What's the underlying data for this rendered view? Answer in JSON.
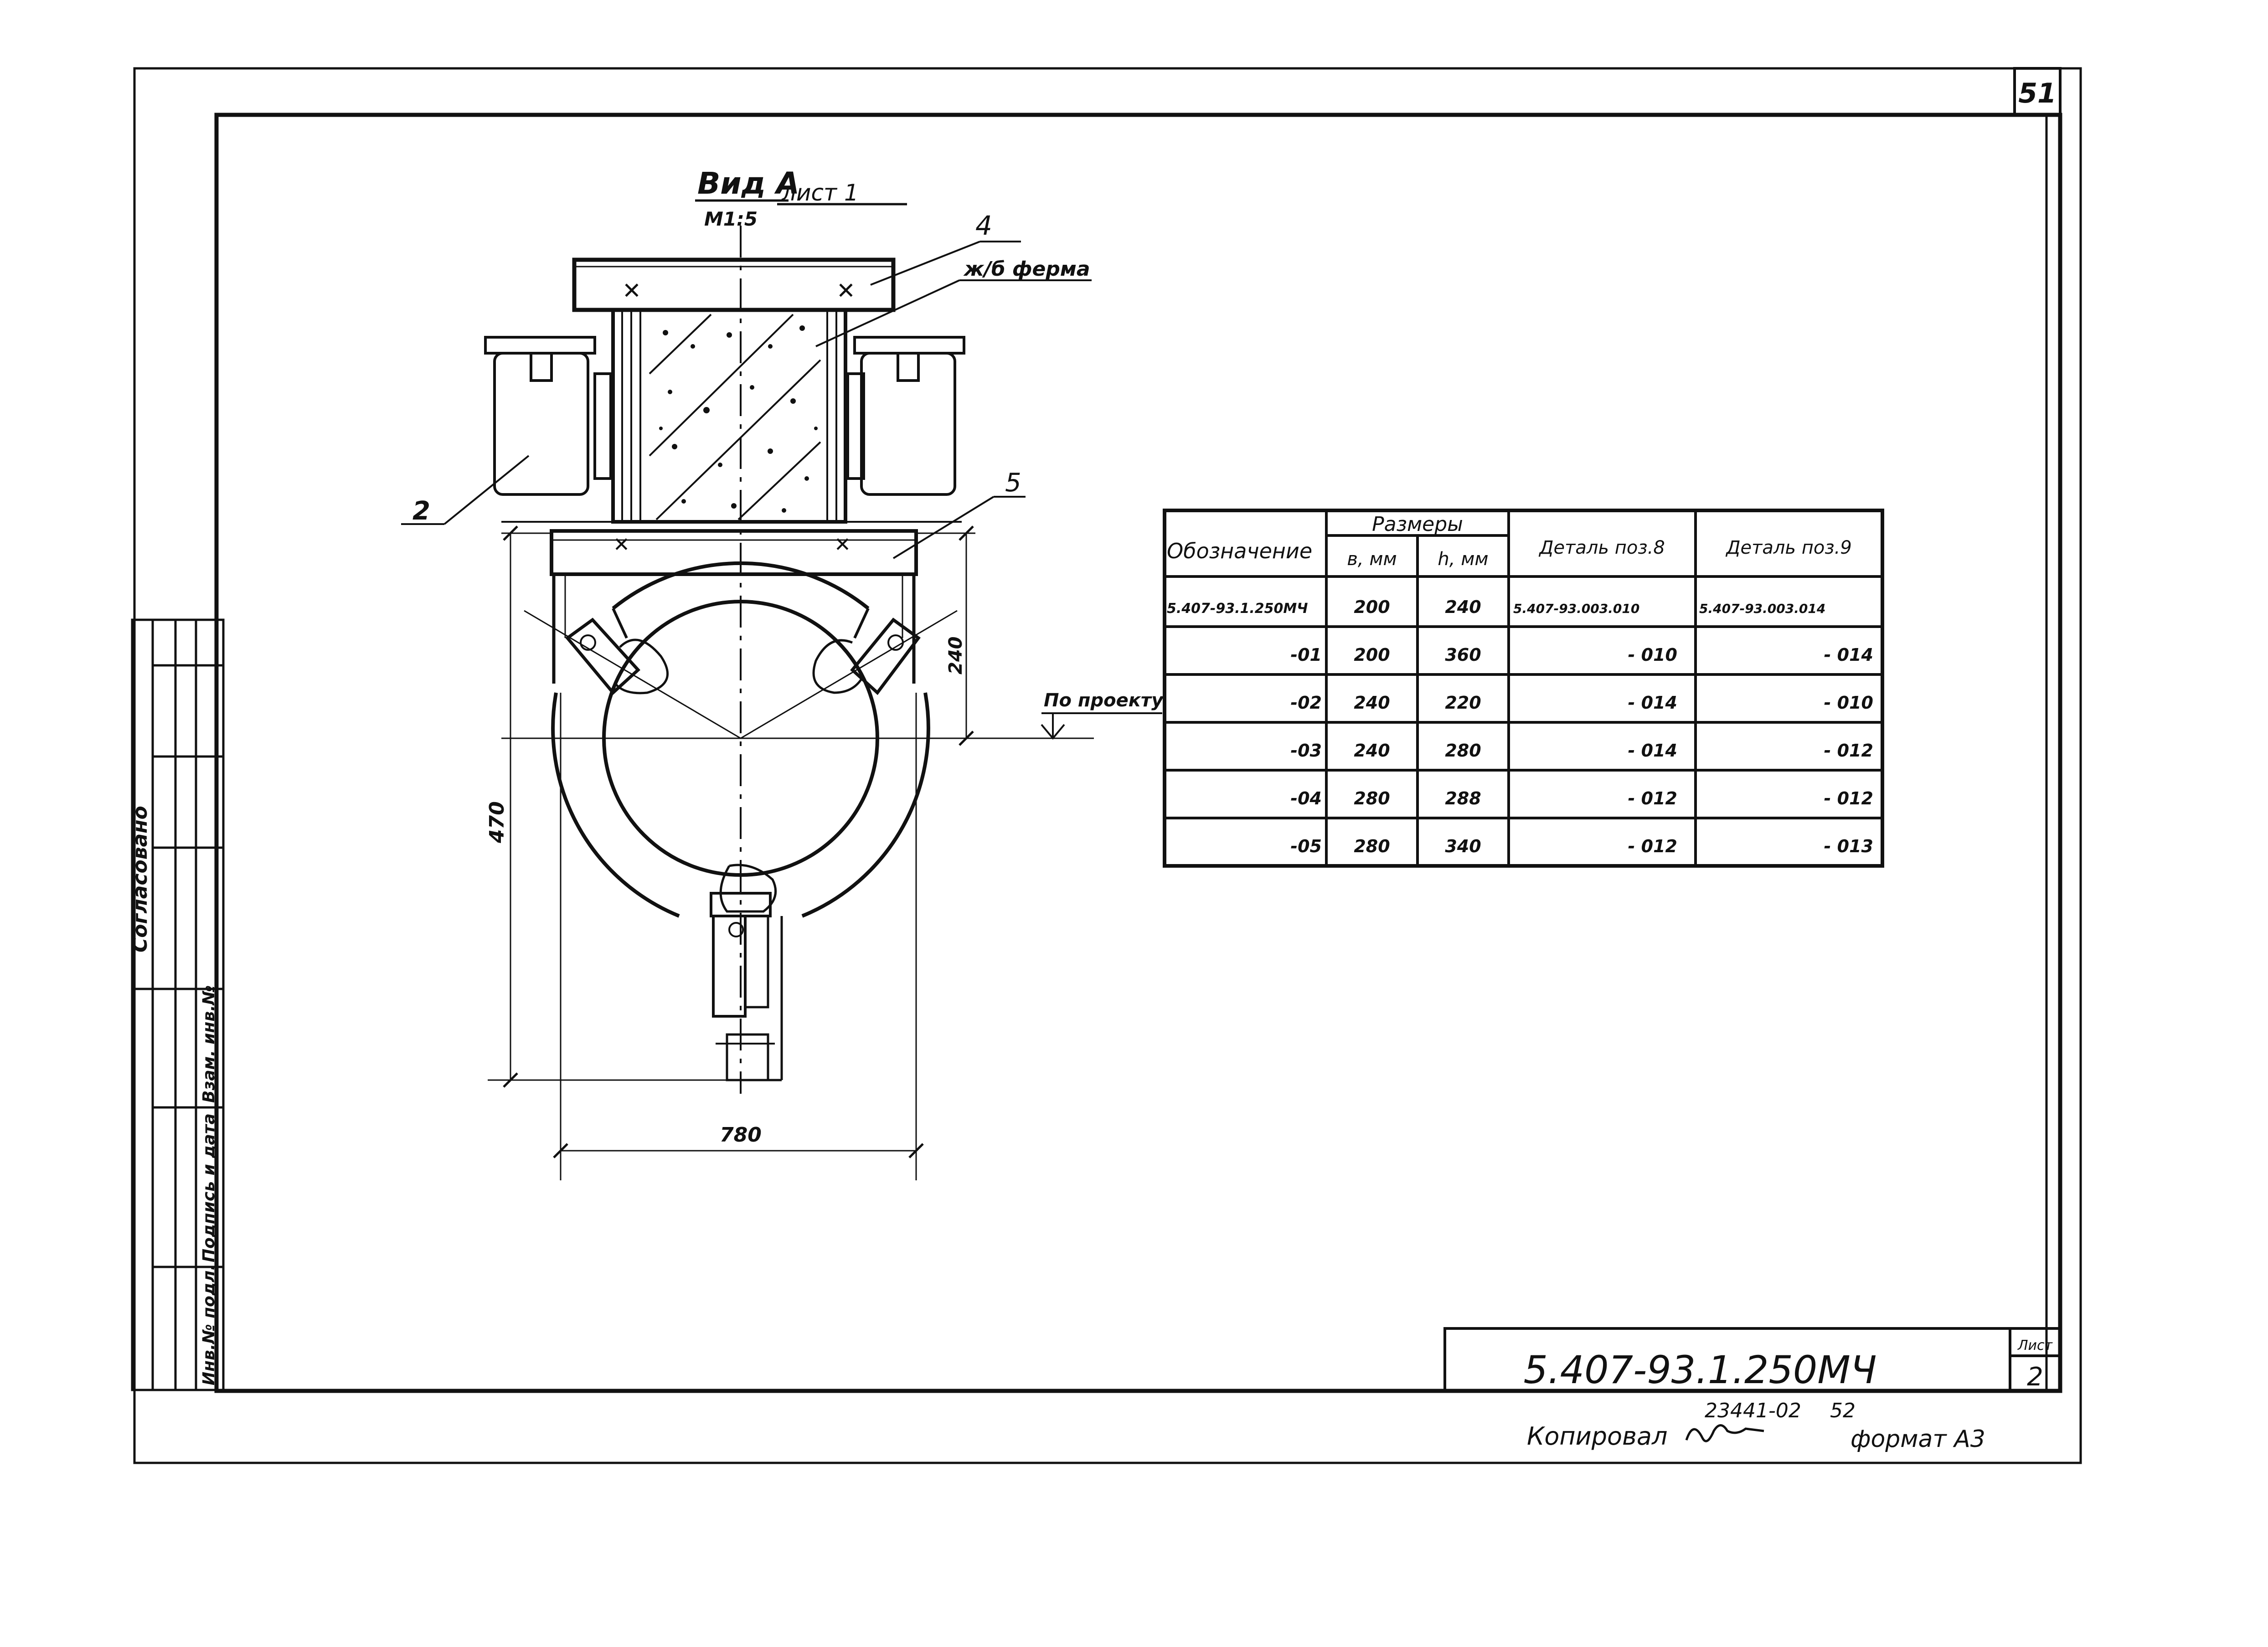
{
  "sheet_number": "51",
  "view": {
    "title": "Вид А",
    "sheet_ref": "лист 1",
    "scale": "М1:5"
  },
  "callouts": {
    "item_4": "4",
    "rc_farm": "ж/б ферма",
    "item_2": "2",
    "item_5": "5",
    "level": "По проекту"
  },
  "dimensions": {
    "d240": "240",
    "d470": "470",
    "d780": "780"
  },
  "table": {
    "col_designation": "Обозначение",
    "col_sizes": "Размеры",
    "col_b": "в, мм",
    "col_h": "h, мм",
    "col_detail8": "Деталь поз.8",
    "col_detail9": "Деталь поз.9",
    "rows": [
      {
        "designation": "5.407-93.1.250МЧ",
        "b": "200",
        "h": "240",
        "d8": "5.407-93.003.010",
        "d9": "5.407-93.003.014"
      },
      {
        "designation": "-01",
        "b": "200",
        "h": "360",
        "d8": "- 010",
        "d9": "- 014"
      },
      {
        "designation": "-02",
        "b": "240",
        "h": "220",
        "d8": "- 014",
        "d9": "- 010"
      },
      {
        "designation": "-03",
        "b": "240",
        "h": "280",
        "d8": "- 014",
        "d9": "- 012"
      },
      {
        "designation": "-04",
        "b": "280",
        "h": "288",
        "d8": "- 012",
        "d9": "- 012"
      },
      {
        "designation": "-05",
        "b": "280",
        "h": "340",
        "d8": "- 012",
        "d9": "- 013"
      }
    ]
  },
  "side_stamp": {
    "agreed": "Согласовано",
    "inv_orig": "Инв.№ подл.",
    "sign_date": "Подпись и дата",
    "replace_inv": "Взам. инв.№"
  },
  "title_block": {
    "code": "5.407-93.1.250МЧ",
    "sheet_label": "Лист",
    "sheet_value": "2"
  },
  "footer": {
    "copied": "Копировал",
    "archive_no": "23441-02",
    "archive_sheet": "52",
    "format": "формат А3"
  }
}
